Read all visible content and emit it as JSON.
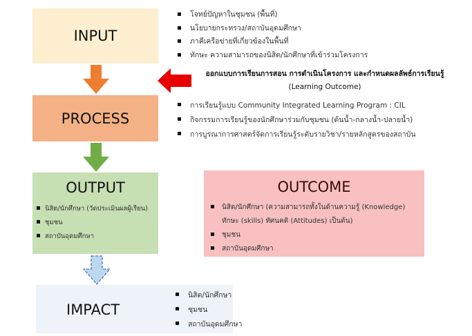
{
  "input": {
    "title": "INPUT",
    "items": [
      "โจทย์ปัญหาในชุมชน (พื้นที่)",
      "นโยบายกระทรวง/สถาบันอุดมศึกษา",
      "ภาคีเครือข่ายที่เกี่ยวข้องในพื้นที่",
      "ทักษะ ความสามารถของนิสิต/นักศึกษาที่เข้าร่วมโครงการ"
    ]
  },
  "design_note": {
    "line1": "ออกแบบการเรียนการสอน การดำเนินโครงการ และกำหนดผลลัพธ์การเรียนรู้",
    "line2": "(Learning Outcome)"
  },
  "process": {
    "title": "PROCESS",
    "items": [
      "การเรียนรู้แบบ Community Integrated Learning Program : CIL",
      "กิจกรรมการเรียนรู้ของนักศึกษาร่วมกับชุมชน (ต้นน้ำ-กลางน้ำ-ปลายน้ำ)",
      "การบูรณาการศาสตร์จัดการเรียนรู้ระดับรายวิชา/รายหลักสูตรของสถาบัน"
    ]
  },
  "output": {
    "title": "OUTPUT",
    "items": [
      "นิสิต/นักศึกษา (วัดประเมินผลผู้เรียน)",
      "ชุมชน",
      "สถาบันอุดมศึกษา"
    ]
  },
  "outcome": {
    "title": "OUTCOME",
    "items": [
      "นิสิต/นักศึกษา (ความสามารถทั้งในด้านความรู้ (Knowledge)",
      "ทักษะ (skills) ทัศนคติ (Attitudes) เป็นต้น)",
      "ชุมชน",
      "สถาบันอุดมศึกษา"
    ]
  },
  "impact": {
    "title": "IMPACT",
    "items": [
      "นิสิต/นักศึกษา",
      "ชุมชน",
      "สถาบันอุดมศึกษา"
    ]
  },
  "colors": {
    "input": "#fdefd0",
    "process": "#f3b185",
    "output": "#c6dfb3",
    "outcome": "#f8c0c0",
    "impact": "#eef3fa",
    "arrow_orange": "#ed7d31",
    "arrow_green": "#70ad47",
    "arrow_red": "#e60000",
    "arrow_blue": "#bdd7ee"
  }
}
